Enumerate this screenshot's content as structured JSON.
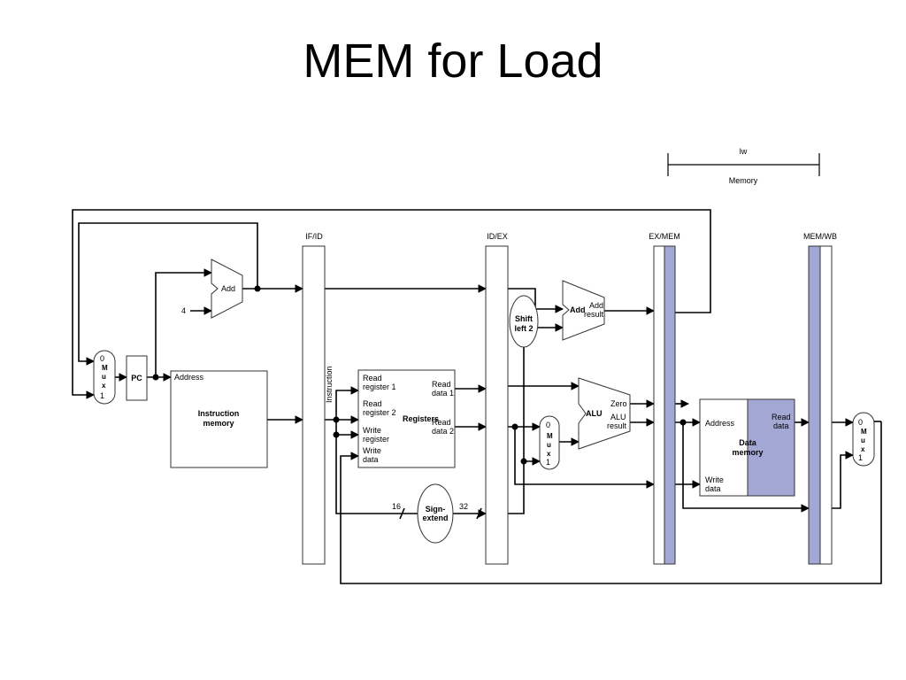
{
  "slide_title": "MEM for Load",
  "stage_header": {
    "instruction": "lw",
    "stage": "Memory"
  },
  "colors": {
    "highlight": "#a3a7d3",
    "stage_text": "#1f3864"
  },
  "pipeline_registers": {
    "if_id": "IF/ID",
    "id_ex": "ID/EX",
    "ex_mem": "EX/MEM",
    "mem_wb": "MEM/WB"
  },
  "pc": "PC",
  "constant_four": "4",
  "adders": {
    "pc_add": "Add",
    "branch_add": "Add",
    "branch_add_result": [
      "Add",
      "result"
    ]
  },
  "shift_left": [
    "Shift",
    "left 2"
  ],
  "instruction_memory": {
    "address": "Address",
    "name": [
      "Instruction",
      "memory"
    ]
  },
  "instruction_label": "Instruction",
  "registers": {
    "name": "Registers",
    "read_register_1": [
      "Read",
      "register 1"
    ],
    "read_register_2": [
      "Read",
      "register 2"
    ],
    "write_register": [
      "Write",
      "register"
    ],
    "write_data": [
      "Write",
      "data"
    ],
    "read_data_1": [
      "Read",
      "data 1"
    ],
    "read_data_2": [
      "Read",
      "data 2"
    ]
  },
  "sign_extend": {
    "name": [
      "Sign-",
      "extend"
    ],
    "in_width": "16",
    "out_width": "32"
  },
  "alu": {
    "name": "ALU",
    "zero": "Zero",
    "result": [
      "ALU",
      "result"
    ]
  },
  "data_memory": {
    "address": "Address",
    "read_data": [
      "Read",
      "data"
    ],
    "write_data": [
      "Write",
      "data"
    ],
    "name": [
      "Data",
      "memory"
    ]
  },
  "mux": {
    "zero": "0",
    "one": "1",
    "letters": [
      "M",
      "u",
      "x"
    ]
  },
  "icons": {
    "mux": "mux-trapezoid-icon",
    "adder": "adder-chevron-icon",
    "junction": "junction-dot-icon"
  }
}
